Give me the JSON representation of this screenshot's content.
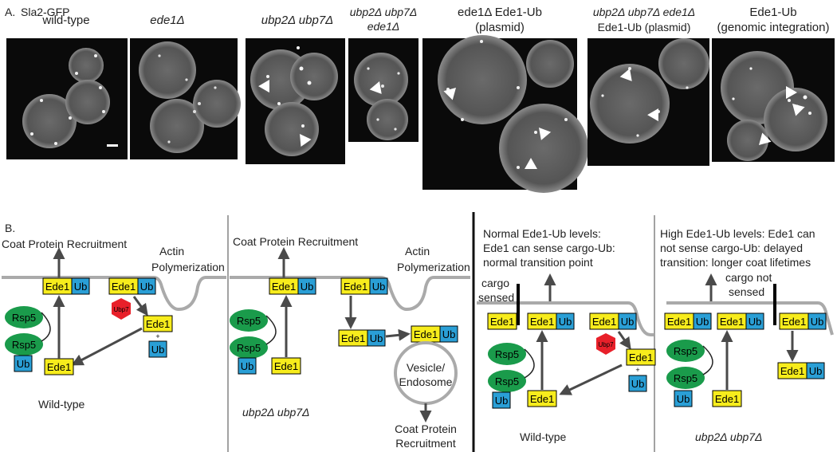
{
  "colors": {
    "ede1": "#f7ec1c",
    "ub": "#2a9fd6",
    "rsp5": "#1a9b4b",
    "ubp7": "#e8202a",
    "membrane": "#aaaaaa",
    "arrow": "#4a4a4a",
    "micrograph_bg": "#0a0a0a",
    "cell": "#555555"
  },
  "panel_a": {
    "letter": "A.",
    "marker": "Sla2-GFP",
    "images": [
      {
        "title_lines": [
          "wild-type"
        ],
        "italic": [
          false
        ]
      },
      {
        "title_lines": [
          "ede1Δ"
        ],
        "italic": [
          true
        ]
      },
      {
        "title_lines": [
          "ubp2Δ ubp7Δ"
        ],
        "italic": [
          true
        ]
      },
      {
        "title_lines": [
          "ubp2Δ ubp7Δ",
          "ede1Δ"
        ],
        "italic": [
          true,
          true
        ]
      },
      {
        "title_lines": [
          "ede1Δ Ede1-Ub",
          "(plasmid)"
        ],
        "italic": [
          false,
          false
        ]
      },
      {
        "title_lines": [
          "ubp2Δ ubp7Δ ede1Δ",
          "Ede1-Ub (plasmid)"
        ],
        "italic": [
          true,
          false
        ]
      },
      {
        "title_lines": [
          "Ede1-Ub",
          "(genomic integration)"
        ],
        "italic": [
          false,
          false
        ]
      }
    ]
  },
  "panel_b": {
    "letter": "B.",
    "labels": {
      "ede1": "Ede1",
      "ub": "Ub",
      "rsp5": "Rsp5",
      "ubp7": "Ubp7",
      "plus": "+",
      "coat_recruitment": "Coat Protein Recruitment",
      "actin_line1": "Actin",
      "actin_line2": "Polymerization",
      "vesicle_line1": "Vesicle/",
      "vesicle_line2": "Endosome",
      "coat_line1": "Coat Protein",
      "coat_line2": "Recruitment",
      "cargo_sensed_line1": "cargo",
      "cargo_sensed_line2": "sensed",
      "cargo_not_line1": "cargo not",
      "cargo_not_line2": "sensed"
    },
    "subpanels": [
      {
        "caption": "Wild-type",
        "italic": false
      },
      {
        "caption": "ubp2Δ ubp7Δ",
        "italic": true
      },
      {
        "caption": "Wild-type",
        "italic": false,
        "header": [
          "Normal Ede1-Ub levels:",
          "Ede1 can sense cargo-Ub:",
          "normal transition point"
        ]
      },
      {
        "caption": "ubp2Δ ubp7Δ",
        "italic": true,
        "header": [
          "High Ede1-Ub levels: Ede1 can",
          "not sense cargo-Ub: delayed",
          "transition: longer coat lifetimes"
        ]
      }
    ]
  }
}
